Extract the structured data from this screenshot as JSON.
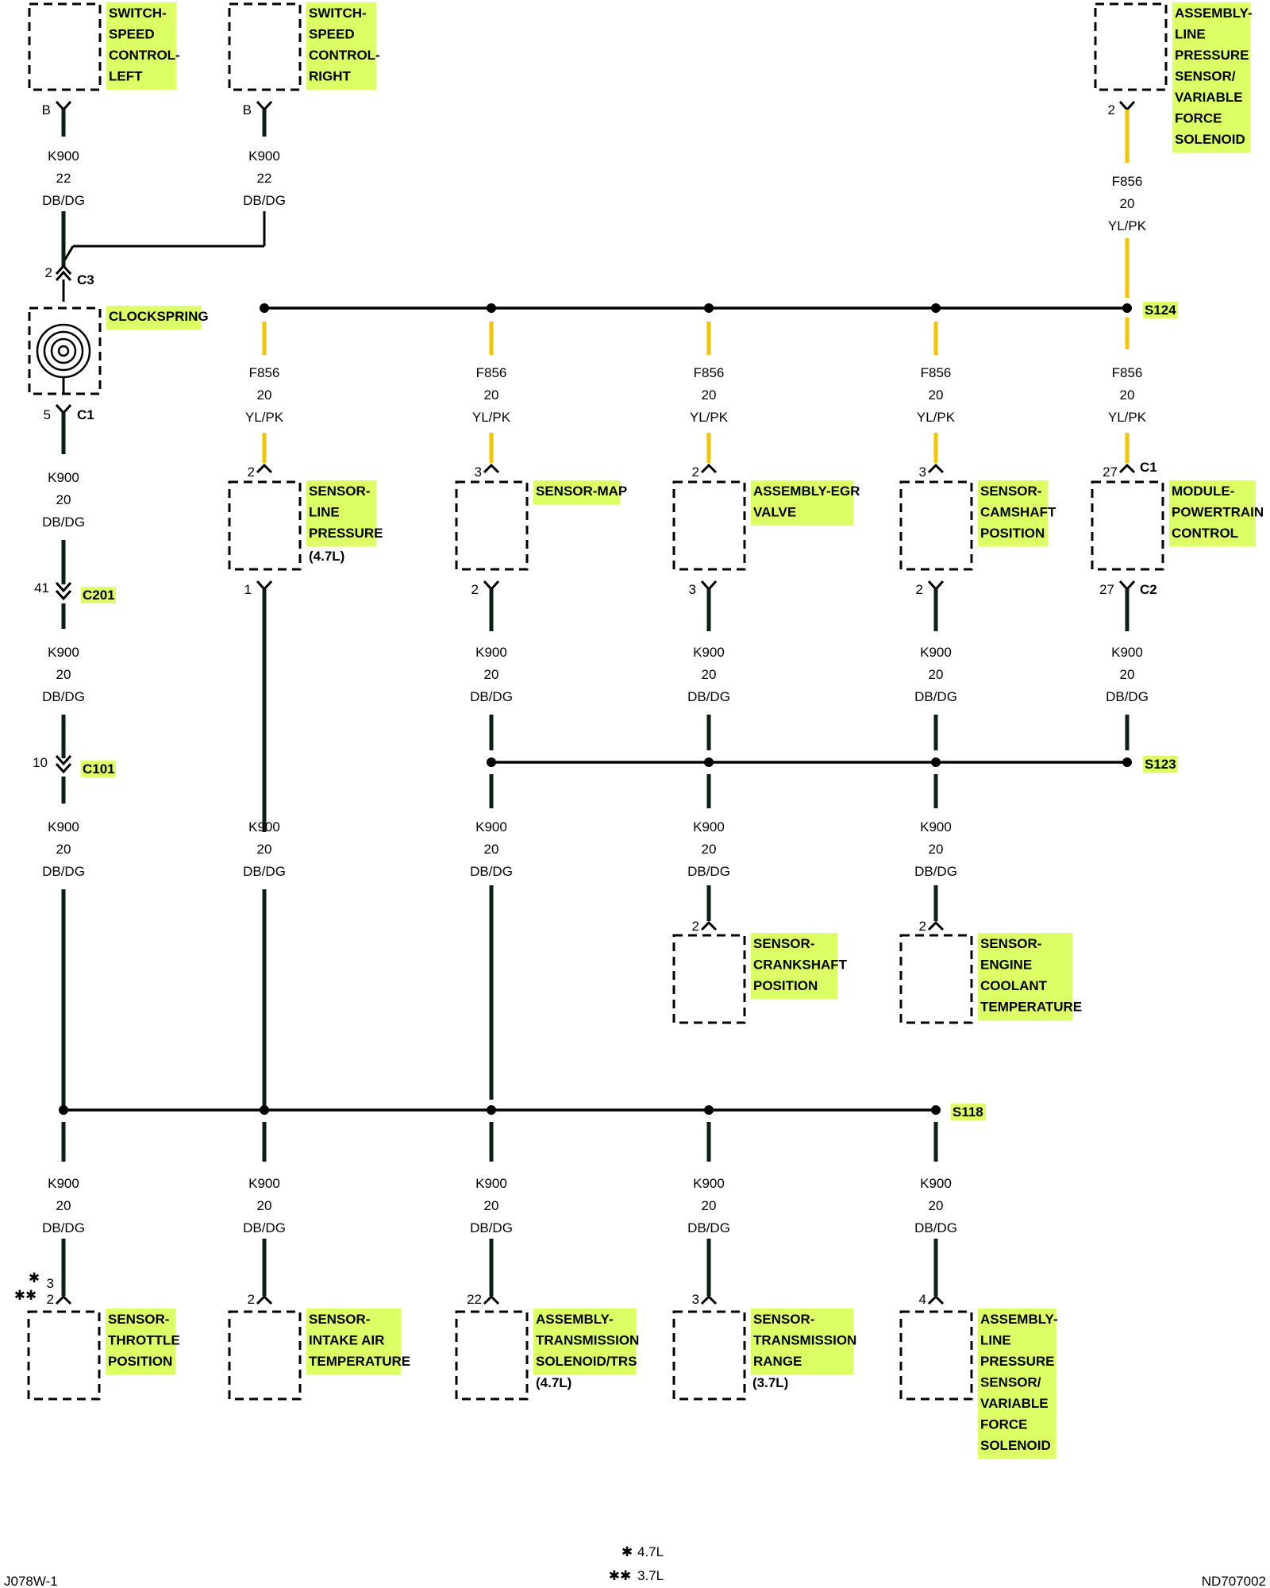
{
  "colors": {
    "highlight": "#ddff66",
    "wire_dbdg": "#0b1f14",
    "wire_ylpk": "#f2c400"
  },
  "components": {
    "switch_left": [
      "SWITCH-",
      "SPEED",
      "CONTROL-",
      "LEFT"
    ],
    "switch_right": [
      "SWITCH-",
      "SPEED",
      "CONTROL-",
      "RIGHT"
    ],
    "lps_top": [
      "ASSEMBLY-",
      "LINE",
      "PRESSURE",
      "SENSOR/",
      "VARIABLE",
      "FORCE",
      "SOLENOID"
    ],
    "clockspring": [
      "CLOCKSPRING"
    ],
    "sensor_line_pressure": [
      "SENSOR-",
      "LINE",
      "PRESSURE"
    ],
    "sensor_line_pressure_note": "(4.7L)",
    "sensor_map": [
      "SENSOR-MAP"
    ],
    "egr_valve": [
      "ASSEMBLY-EGR",
      "VALVE"
    ],
    "camshaft": [
      "SENSOR-",
      "CAMSHAFT",
      "POSITION"
    ],
    "pcm": [
      "MODULE-",
      "POWERTRAIN",
      "CONTROL"
    ],
    "crankshaft": [
      "SENSOR-",
      "CRANKSHAFT",
      "POSITION"
    ],
    "ect": [
      "SENSOR-",
      "ENGINE",
      "COOLANT",
      "TEMPERATURE"
    ],
    "tps": [
      "SENSOR-",
      "THROTTLE",
      "POSITION"
    ],
    "iat": [
      "SENSOR-",
      "INTAKE AIR",
      "TEMPERATURE"
    ],
    "trans_solenoid": [
      "ASSEMBLY-",
      "TRANSMISSION",
      "SOLENOID/TRS"
    ],
    "trans_solenoid_note": "(4.7L)",
    "trans_range": [
      "SENSOR-",
      "TRANSMISSION",
      "RANGE"
    ],
    "trans_range_note": "(3.7L)",
    "lps_bottom": [
      "ASSEMBLY-",
      "LINE",
      "PRESSURE",
      "SENSOR/",
      "VARIABLE",
      "FORCE",
      "SOLENOID"
    ]
  },
  "connectors": {
    "c3": "C3",
    "c1_clock": "C1",
    "c201": "C201",
    "c101": "C101",
    "c1_pcm": "C1",
    "c2_pcm": "C2"
  },
  "splices": {
    "s124": "S124",
    "s123": "S123",
    "s118": "S118"
  },
  "pins": {
    "sw_left": "B",
    "sw_right": "B",
    "lps_top": "2",
    "c3": "2",
    "c1_clock": "5",
    "c201": "41",
    "c101": "10",
    "lp_top": "2",
    "map_top": "3",
    "egr_top": "2",
    "cam_top": "3",
    "pcm_top": "27",
    "lp_bottom": "1",
    "map_bottom": "2",
    "egr_bottom": "3",
    "cam_bottom": "2",
    "pcm_bottom": "27",
    "crank": "2",
    "ect": "2",
    "tps_a": "3",
    "tps_b": "2",
    "iat": "2",
    "trans_sol": "22",
    "trans_range": "3",
    "lps_bottom": "4"
  },
  "wires": {
    "k900_22": [
      "K900",
      "22",
      "DB/DG"
    ],
    "k900_20": [
      "K900",
      "20",
      "DB/DG"
    ],
    "f856_20": [
      "F856",
      "20",
      "YL/PK"
    ]
  },
  "legend": {
    "star1": "✱",
    "star2": "✱✱",
    "l47": "4.7L",
    "l37": "3.7L"
  },
  "footer": {
    "left": "J078W-1",
    "right": "ND707002"
  }
}
